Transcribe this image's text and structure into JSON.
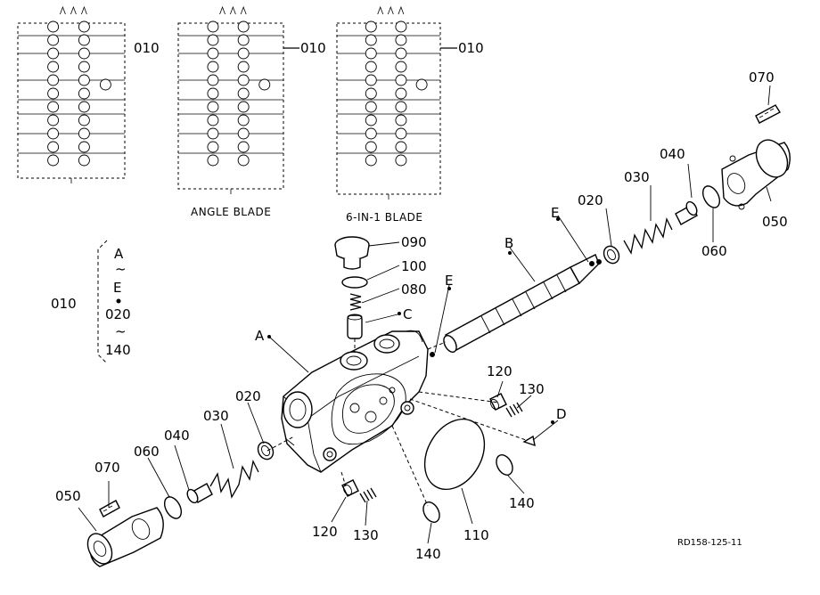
{
  "layouts": {
    "standard": {
      "ref": "010"
    },
    "angle_blade": {
      "ref": "010",
      "caption": "ANGLE BLADE"
    },
    "six_in_one": {
      "ref": "010",
      "caption": "6-IN-1 BLADE"
    }
  },
  "bracket": {
    "ref": "010",
    "range": [
      "A",
      "~",
      "E",
      "020",
      "~",
      "140"
    ]
  },
  "part_labels": {
    "p070_right": "070",
    "p040_right": "040",
    "p030_right": "030",
    "p020_right": "020",
    "p050_right": "050",
    "p060_right": "060",
    "E_upper": "E",
    "B": "B",
    "p090": "090",
    "p100": "100",
    "p080": "080",
    "C": "C",
    "E_lower": "E",
    "A": "A",
    "p020_left": "020",
    "p030_left": "030",
    "p040_left": "040",
    "p060_left": "060",
    "p070_left": "070",
    "p050_left": "050",
    "p120_right": "120",
    "p130_right": "130",
    "D": "D",
    "p140_right": "140",
    "p110": "110",
    "p140_bottom": "140",
    "p120_bottom": "120",
    "p130_bottom": "130"
  },
  "drawing_code": "RD158-125-11"
}
